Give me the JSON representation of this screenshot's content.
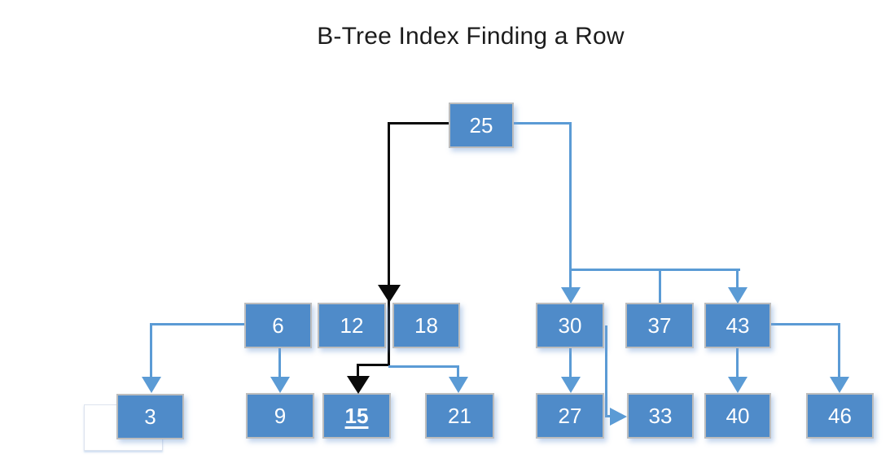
{
  "title": "B-Tree Index Finding a Row",
  "colors": {
    "node_fill": "#4f8bc9",
    "node_border": "#bdbdbd",
    "connector_blue": "#5b9bd5",
    "search_path_black": "#0a0a0a",
    "node_text": "#ffffff",
    "title_text": "#1c1c1c"
  },
  "tree": {
    "root": {
      "label": "25"
    },
    "internal_left": [
      {
        "label": "6"
      },
      {
        "label": "12"
      },
      {
        "label": "18"
      }
    ],
    "internal_right": [
      {
        "label": "30"
      },
      {
        "label": "37"
      },
      {
        "label": "43"
      }
    ],
    "leaves_left": [
      {
        "label": "3"
      },
      {
        "label": "9"
      },
      {
        "label": "15",
        "highlighted": true
      },
      {
        "label": "21"
      }
    ],
    "leaves_right": [
      {
        "label": "27"
      },
      {
        "label": "33"
      },
      {
        "label": "40"
      },
      {
        "label": "46"
      }
    ]
  }
}
